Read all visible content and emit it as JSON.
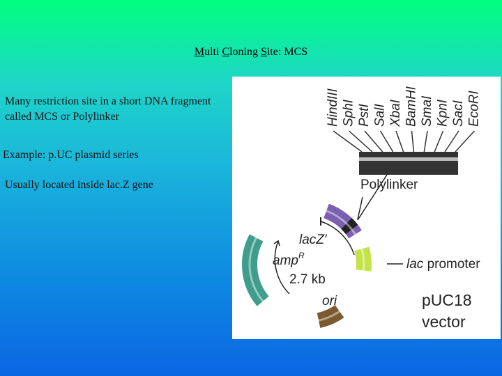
{
  "slide": {
    "title_parts": [
      {
        "text": "M",
        "underline": true
      },
      {
        "text": "ulti ",
        "underline": false
      },
      {
        "text": "C",
        "underline": true
      },
      {
        "text": "loning ",
        "underline": false
      },
      {
        "text": "S",
        "underline": true
      },
      {
        "text": "ite: MCS",
        "underline": false
      }
    ],
    "bullets": [
      "Many restriction site in a short DNA fragment called MCS or Polylinker",
      "Example: p.UC plasmid series",
      "Usually located inside lac.Z gene"
    ]
  },
  "figure": {
    "restriction_sites": [
      "HindIII",
      "SphI",
      "PstI",
      "SalI",
      "XbaI",
      "BamHI",
      "SmaI",
      "KpnI",
      "SacI",
      "EcoRI"
    ],
    "polylinker_label": "Polylinker",
    "lacz_label": "lacZ′",
    "ampr_label": "amp",
    "ampr_superscript": "R",
    "size_label": "2.7 kb",
    "ori_label": "ori",
    "promoter_label_italic": "lac",
    "promoter_label_rest": " promoter",
    "vector_name": "pUC18",
    "vector_word": "vector",
    "colors": {
      "ring_red": "#e8585a",
      "ring_purple": "#7b5fb0",
      "ring_black": "#222222",
      "ring_green": "#c4e34a",
      "ring_teal": "#3f9d8c",
      "ring_brown": "#7b5a2e"
    }
  }
}
